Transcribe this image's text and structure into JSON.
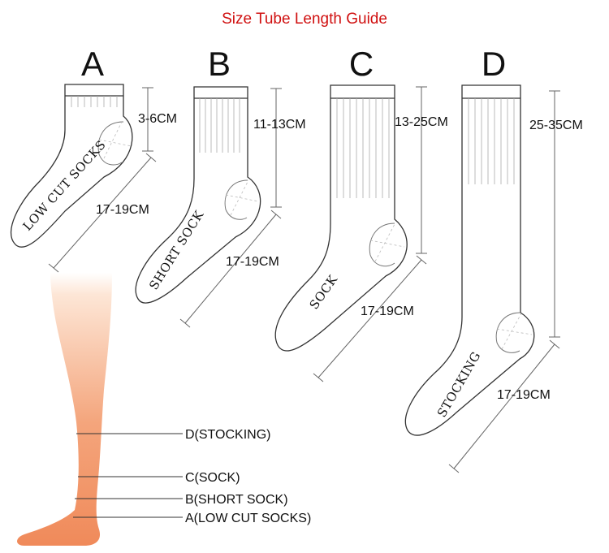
{
  "title": "Size Tube Length Guide",
  "socks": [
    {
      "letter": "A",
      "name": "LOW CUT SOCKS",
      "tube": "3-6CM",
      "foot": "17-19CM"
    },
    {
      "letter": "B",
      "name": "SHORT SOCK",
      "tube": "11-13CM",
      "foot": "17-19CM"
    },
    {
      "letter": "C",
      "name": "SOCK",
      "tube": "13-25CM",
      "foot": "17-19CM"
    },
    {
      "letter": "D",
      "name": "STOCKING",
      "tube": "25-35CM",
      "foot": "17-19CM"
    }
  ],
  "legend": [
    "D(STOCKING)",
    "C(SOCK)",
    "B(SHORT SOCK)",
    "A(LOW CUT SOCKS)"
  ],
  "colors": {
    "title": "#d01010",
    "leg_top": "#fde6d6",
    "leg_bottom": "#f08a5a"
  }
}
